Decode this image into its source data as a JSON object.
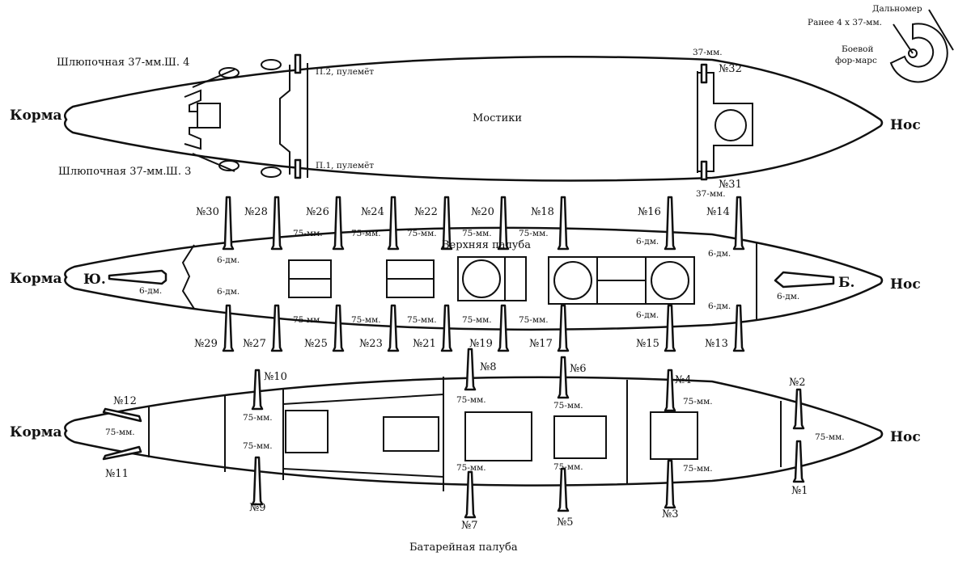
{
  "ends": {
    "stern": "Корма",
    "bow": "Нос"
  },
  "upper_structure": {
    "bridge": "Мостики",
    "boat4": "Шлюпочная 37-мм.",
    "boat4_tag": "Ш. 4",
    "boat3": "Шлюпочная 37-мм.",
    "boat3_tag": "Ш. 3",
    "mg2": "П.2, пулемёт",
    "mg1": "П.1, пулемёт",
    "g32_cal": "37-мм.",
    "g32": "№32",
    "g31_cal": "37-мм.",
    "g31": "№31"
  },
  "fore_top": {
    "rangefinder": "Дальномер",
    "earlier": "Ранее 4 х 37-мм.",
    "name_line1": "Боевой",
    "name_line2": "фор-марс"
  },
  "upper_deck": {
    "title": "Верхняя палуба",
    "stern_mark": "Ю.",
    "bow_mark": "Б.",
    "top_guns": [
      "№30",
      "№28",
      "№26",
      "№24",
      "№22",
      "№20",
      "№18",
      "№16",
      "№14"
    ],
    "bottom_guns": [
      "№29",
      "№27",
      "№25",
      "№23",
      "№21",
      "№19",
      "№17",
      "№15",
      "№13"
    ],
    "top_cal": [
      "6-дм.",
      "75-мм.",
      "75-мм.",
      "75-мм.",
      "75-мм.",
      "75-мм.",
      "6-дм.",
      "6-дм."
    ],
    "bottom_cal": [
      "6-дм.",
      "75-мм.",
      "75-мм.",
      "75-мм.",
      "75-мм.",
      "75-мм.",
      "6-дм.",
      "6-дм."
    ],
    "stern_gun_cal": "6-дм.",
    "bow_gun_cal": "6-дм."
  },
  "battery_deck": {
    "title": "Батарейная палуба",
    "top_guns": [
      "№12",
      "№10",
      "№8",
      "№6",
      "№4",
      "№2"
    ],
    "bottom_guns": [
      "№11",
      "№9",
      "№7",
      "№5",
      "№3",
      "№1"
    ],
    "top_cal": [
      "75-мм.",
      "75-мм.",
      "75-мм.",
      "75-мм."
    ],
    "bottom_cal": [
      "75-мм.",
      "75-мм.",
      "75-мм.",
      "75-мм."
    ],
    "stern_cal": "75-мм.",
    "bow_cal": "75-мм."
  }
}
